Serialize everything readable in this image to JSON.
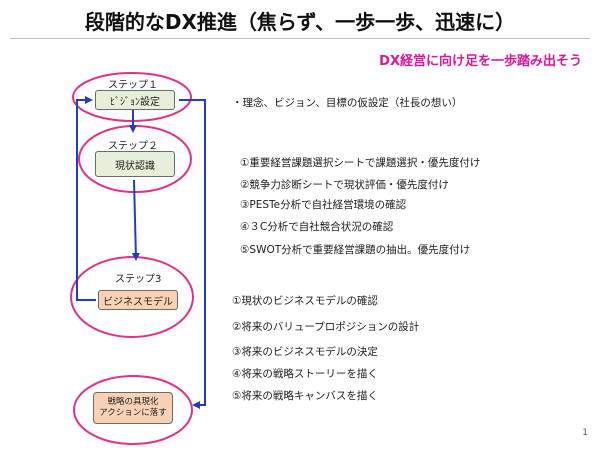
{
  "title": "段階的なDX推進（焦らず、一歩一歩、迅速に）",
  "subtitle": "DX経営に向け足を一歩踏み出そう",
  "steps": [
    {
      "label": "ステップ１",
      "box": "ﾋﾞｼﾞｮﾝ設定"
    },
    {
      "label": "ステップ２",
      "box": "現状認識"
    },
    {
      "label": "ステップ3",
      "box": "ビジネスモデル"
    }
  ],
  "final_box": {
    "line1": "戦略の具現化",
    "line2": "アクションに落す"
  },
  "step1_items": [
    "・理念、ビジョン、目標の仮設定（社長の想い）"
  ],
  "step2_items": [
    "①重要経営課題選択シートで課題選択・優先度付け",
    "②競争力診断シートで現状評価・優先度付け",
    "③PESTe分析で自社経営環境の確認",
    "④３C分析で自社競合状況の確認",
    "⑤SWOT分析で重要経営課題の抽出。優先度付け"
  ],
  "step3_items": [
    "①現状のビジネスモデルの確認",
    "②将来のバリュープロポジションの設計",
    "③将来のビジネスモデルの決定",
    "④将来の戦略ストーリーを描く",
    "⑤将来の戦略キャンバスを描く"
  ],
  "page_number": "1",
  "colors": {
    "accent": "#e0169a",
    "ellipse": "#e62e8a",
    "arrow": "#1f3fbf",
    "green_box": "#e5efd9",
    "orange_box": "#f9d2b3"
  }
}
